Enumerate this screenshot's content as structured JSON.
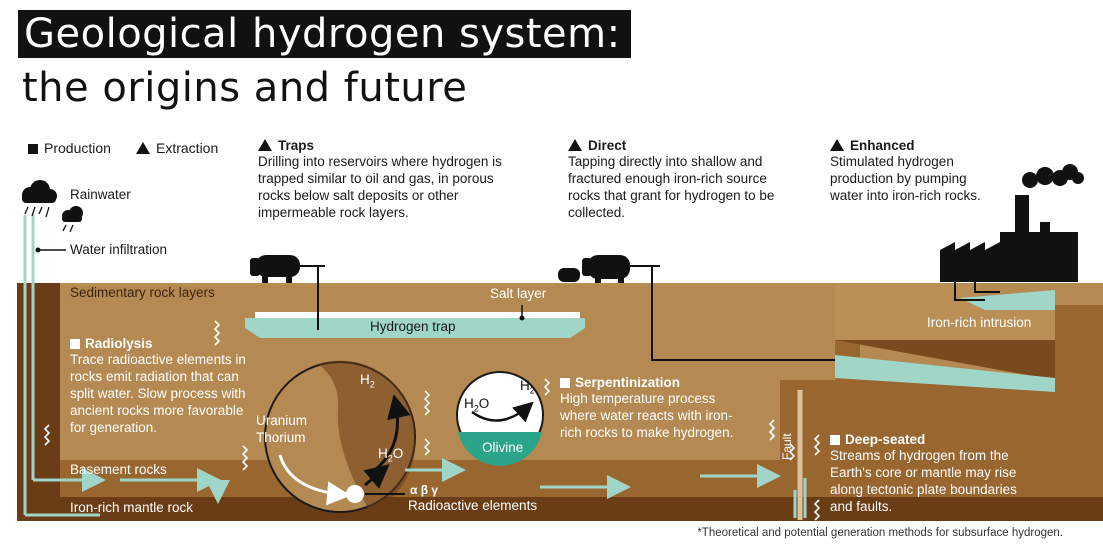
{
  "title": {
    "line1": "Geological hydrogen system:",
    "line2": "the origins and future"
  },
  "legend": {
    "production": "Production",
    "extraction": "Extraction"
  },
  "traps": {
    "heading": "Traps",
    "body": "Drilling into reservoirs where hydrogen is trapped similar to oil and gas, in porous rocks below salt deposits or other impermeable rock layers."
  },
  "direct": {
    "heading": "Direct",
    "body": "Tapping directly into shallow and fractured enough iron-rich source rocks that grant for hydrogen to be collected."
  },
  "enhanced": {
    "heading": "Enhanced",
    "body": "Stimulated hydrogen production by pumping water into iron-rich rocks."
  },
  "labels": {
    "rainwater": "Rainwater",
    "water_infiltration": "Water infiltration",
    "sedimentary": "Sedimentary rock layers",
    "salt_layer": "Salt layer",
    "hydrogen_trap": "Hydrogen trap",
    "iron_intrusion": "Iron-rich intrusion",
    "basement": "Basement rocks",
    "mantle": "Iron-rich mantle rock",
    "radioactive_elements": "Radioactive elements",
    "fault": "Fault",
    "uranium": "Uranium",
    "thorium": "Thorium",
    "abg": "α β γ",
    "olivine": "Olivine"
  },
  "radiolysis": {
    "heading": "Radiolysis",
    "body": "Trace radioactive elements in rocks emit radiation that can split water. Slow process with ancient rocks more favorable for generation."
  },
  "serpentinization": {
    "heading": "Serpentinization",
    "body": "High temperature process where water reacts with iron-rich rocks to make hydrogen."
  },
  "deep_seated": {
    "heading": "Deep-seated",
    "body": "Streams of hydrogen from the Earth's core or mantle may rise along tectonic plate boundaries and faults."
  },
  "footnote": "*Theoretical and potential generation methods for subsurface hydrogen.",
  "colors": {
    "sediment": "#b58a52",
    "basement": "#9a6630",
    "mantle": "#6b3d16",
    "water": "#9fd6c8",
    "teal": "#2aa58a",
    "ink": "#111111"
  }
}
